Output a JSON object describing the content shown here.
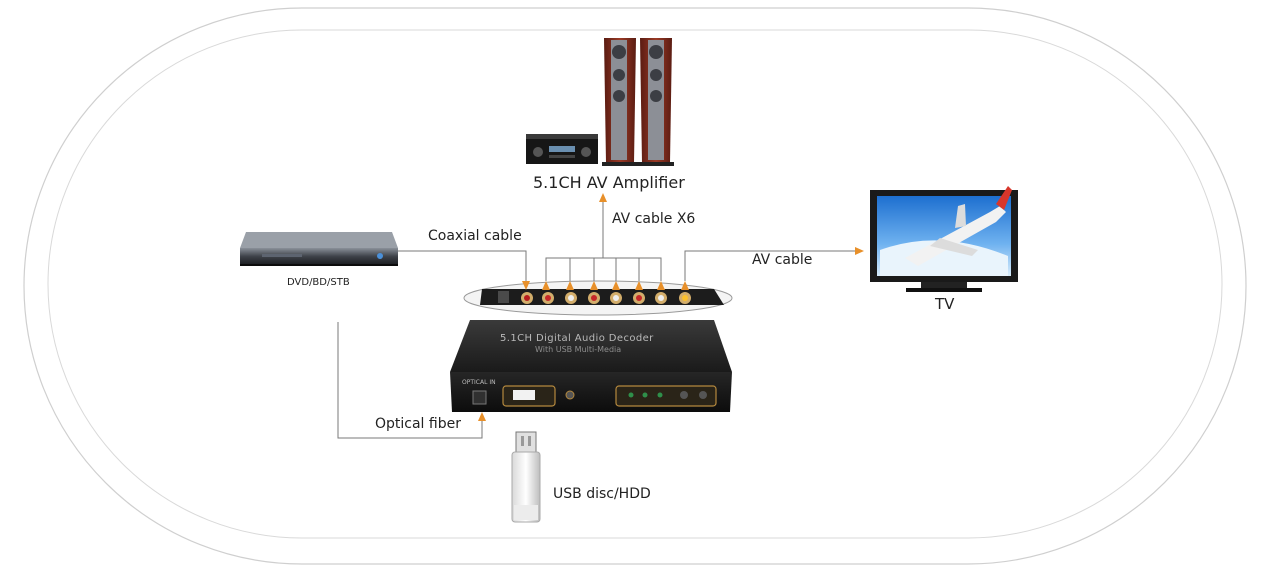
{
  "diagram": {
    "amplifier": {
      "label": "5.1CH AV Amplifier",
      "icon": "av-amplifier-speakers-icon"
    },
    "av_cable_x6": {
      "label": "AV cable X6"
    },
    "coaxial_cable": {
      "label": "Coaxial cable"
    },
    "av_cable": {
      "label": "AV cable"
    },
    "tv": {
      "label": "TV",
      "icon": "tv-icon"
    },
    "source": {
      "label": "DVD/BD/STB",
      "icon": "dvd-player-icon"
    },
    "optical_fiber": {
      "label": "Optical fiber"
    },
    "usb": {
      "label": "USB disc/HDD",
      "icon": "usb-drive-icon"
    },
    "decoder": {
      "title": "5.1CH Digital Audio Decoder",
      "subtitle": "With USB Multi-Media",
      "optical_in": "OPTICAL IN",
      "icon": "decoder-box-icon"
    }
  },
  "colors": {
    "arrow": "#e8902a",
    "line": "#7a7a7a",
    "frame": "#c8c8c8",
    "text": "#222222"
  }
}
